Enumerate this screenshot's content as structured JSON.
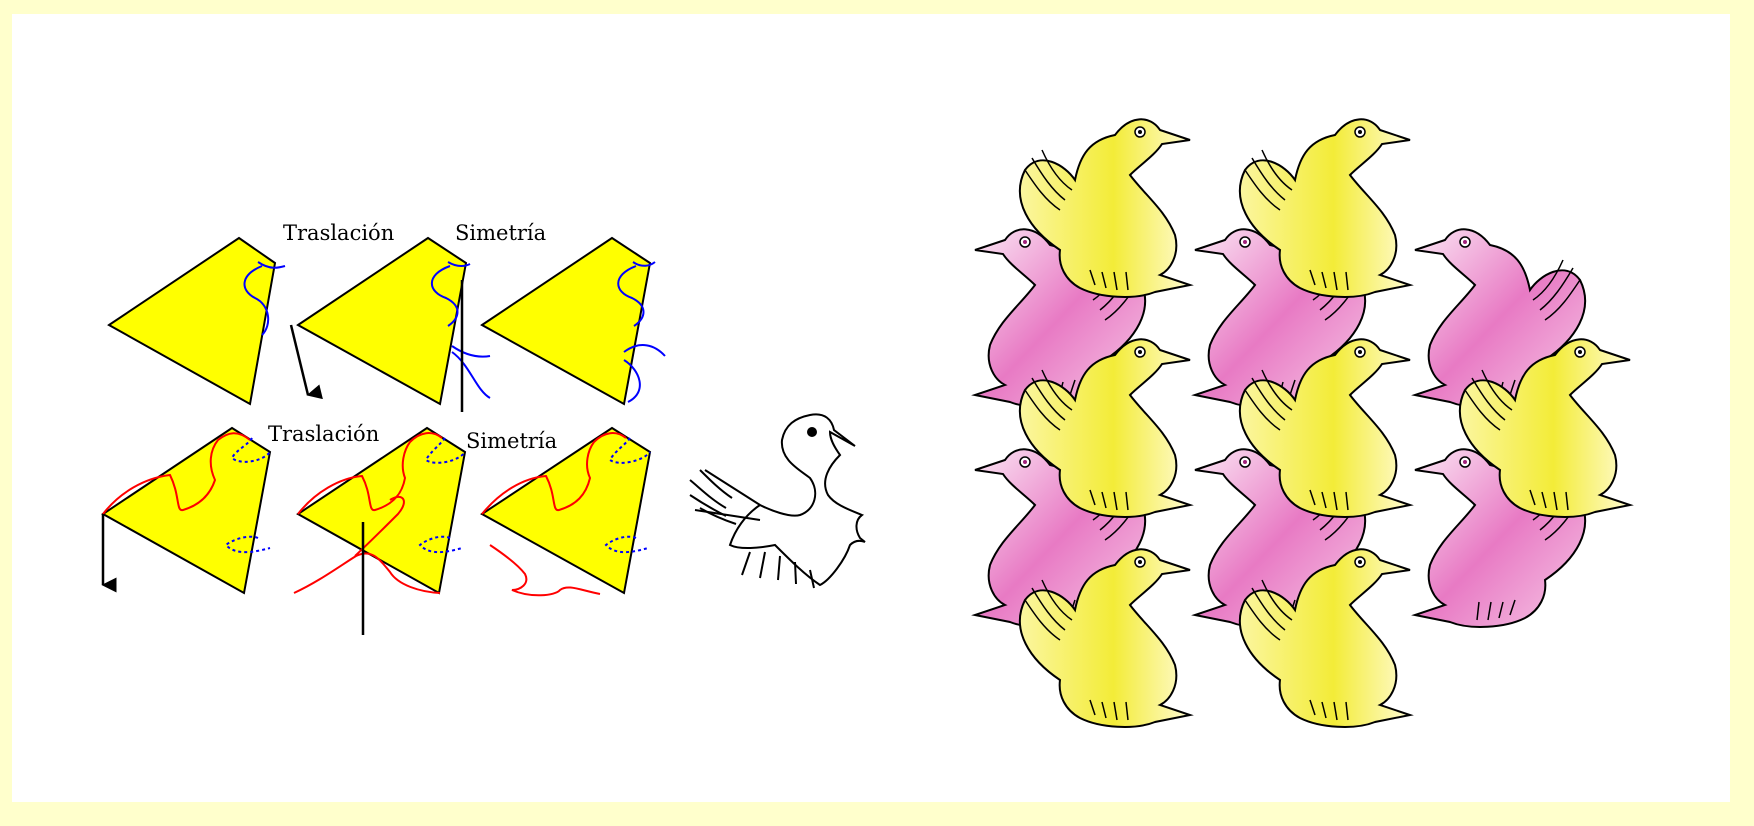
{
  "labels": {
    "translation_top": "Traslación",
    "symmetry_top": "Simetría",
    "translation_bottom": "Traslación",
    "symmetry_bottom": "Simetría"
  },
  "colors": {
    "page_background": "#ffffcc",
    "panel_background": "#ffffff",
    "tile_fill": "#ffff00",
    "blue_curve": "#0000ff",
    "red_curve": "#ff0000",
    "bird_yellow": "#f5f04a",
    "bird_pink": "#e667b8"
  },
  "icons": {
    "translation_arrow_top": "down-arrow",
    "translation_arrow_bottom": "down-arrow",
    "mirror_axis": "vertical-line",
    "bird_outline": "bird-outline",
    "tessellation": "bird-tessellation"
  }
}
